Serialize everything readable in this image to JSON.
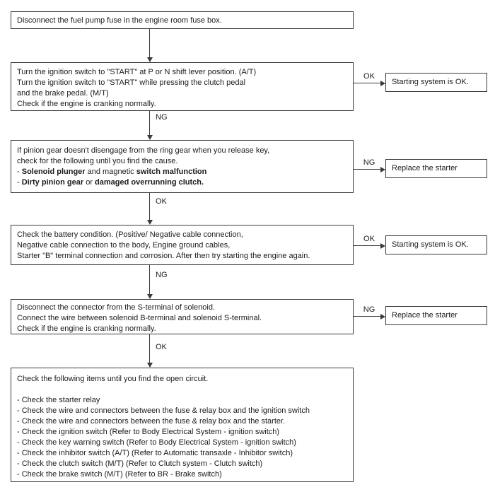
{
  "diagram": {
    "type": "flowchart",
    "steps": {
      "step1": {
        "line1": "Disconnect the fuel pump fuse in the engine room fuse box."
      },
      "step2": {
        "line1": "Turn the ignition switch to \"START\" at P or N shift lever position. (A/T)",
        "line2": "Turn the ignition switch to \"START\" while pressing the clutch pedal",
        "line3": "and the brake pedal. (M/T)",
        "line4": "Check if the engine is cranking normally.",
        "side_label": "OK",
        "side_result": "Starting system is OK."
      },
      "step3": {
        "in_label": "NG",
        "line1": "If pinion gear doesn't disengage from the ring gear when you release key,",
        "line2": "check for the following until you find the cause.",
        "line3_seg1": "- ",
        "line3_seg2": "Solenoid plunger",
        "line3_seg3": " and magnetic ",
        "line3_seg4": "switch malfunction",
        "line4_seg1": "- ",
        "line4_seg2": "Dirty pinion gear",
        "line4_seg3": " or ",
        "line4_seg4": "damaged overrunning clutch.",
        "side_label": "NG",
        "side_result": "Replace the starter"
      },
      "step4": {
        "in_label": "OK",
        "line1": "Check the battery condition. (Positive/ Negative cable connection,",
        "line2": "Negative cable connection to the body, Engine ground cables,",
        "line3": "Starter \"B\" terminal connection and corrosion. After then try starting the engine again.",
        "side_label": "OK",
        "side_result": "Starting system is OK."
      },
      "step5": {
        "in_label": "NG",
        "line1": "Disconnect the connector from the S-terminal of solenoid.",
        "line2": "Connect the wire between solenoid B-terminal and solenoid S-terminal.",
        "line3": "Check if the engine is cranking normally.",
        "side_label": "NG",
        "side_result": "Replace the starter"
      },
      "step6": {
        "in_label": "OK",
        "line1": "Check the following items until you find the open circuit.",
        "item1": "- Check the starter relay",
        "item2": "- Check the wire and connectors between the fuse & relay box and the ignition switch",
        "item3": "- Check the wire and connectors between the fuse & relay box and the starter.",
        "item4": "- Check the ignition switch (Refer to Body Electrical System - ignition switch)",
        "item5": "- Check the key warning switch (Refer to Body Electrical System - ignition switch)",
        "item6": "- Check the inhibitor switch (A/T) (Refer to Automatic transaxle - Inhibitor switch)",
        "item7": "- Check the clutch switch (M/T) (Refer to Clutch system - Clutch switch)",
        "item8": "- Check the brake switch (M/T) (Refer to BR - Brake switch)"
      }
    }
  }
}
